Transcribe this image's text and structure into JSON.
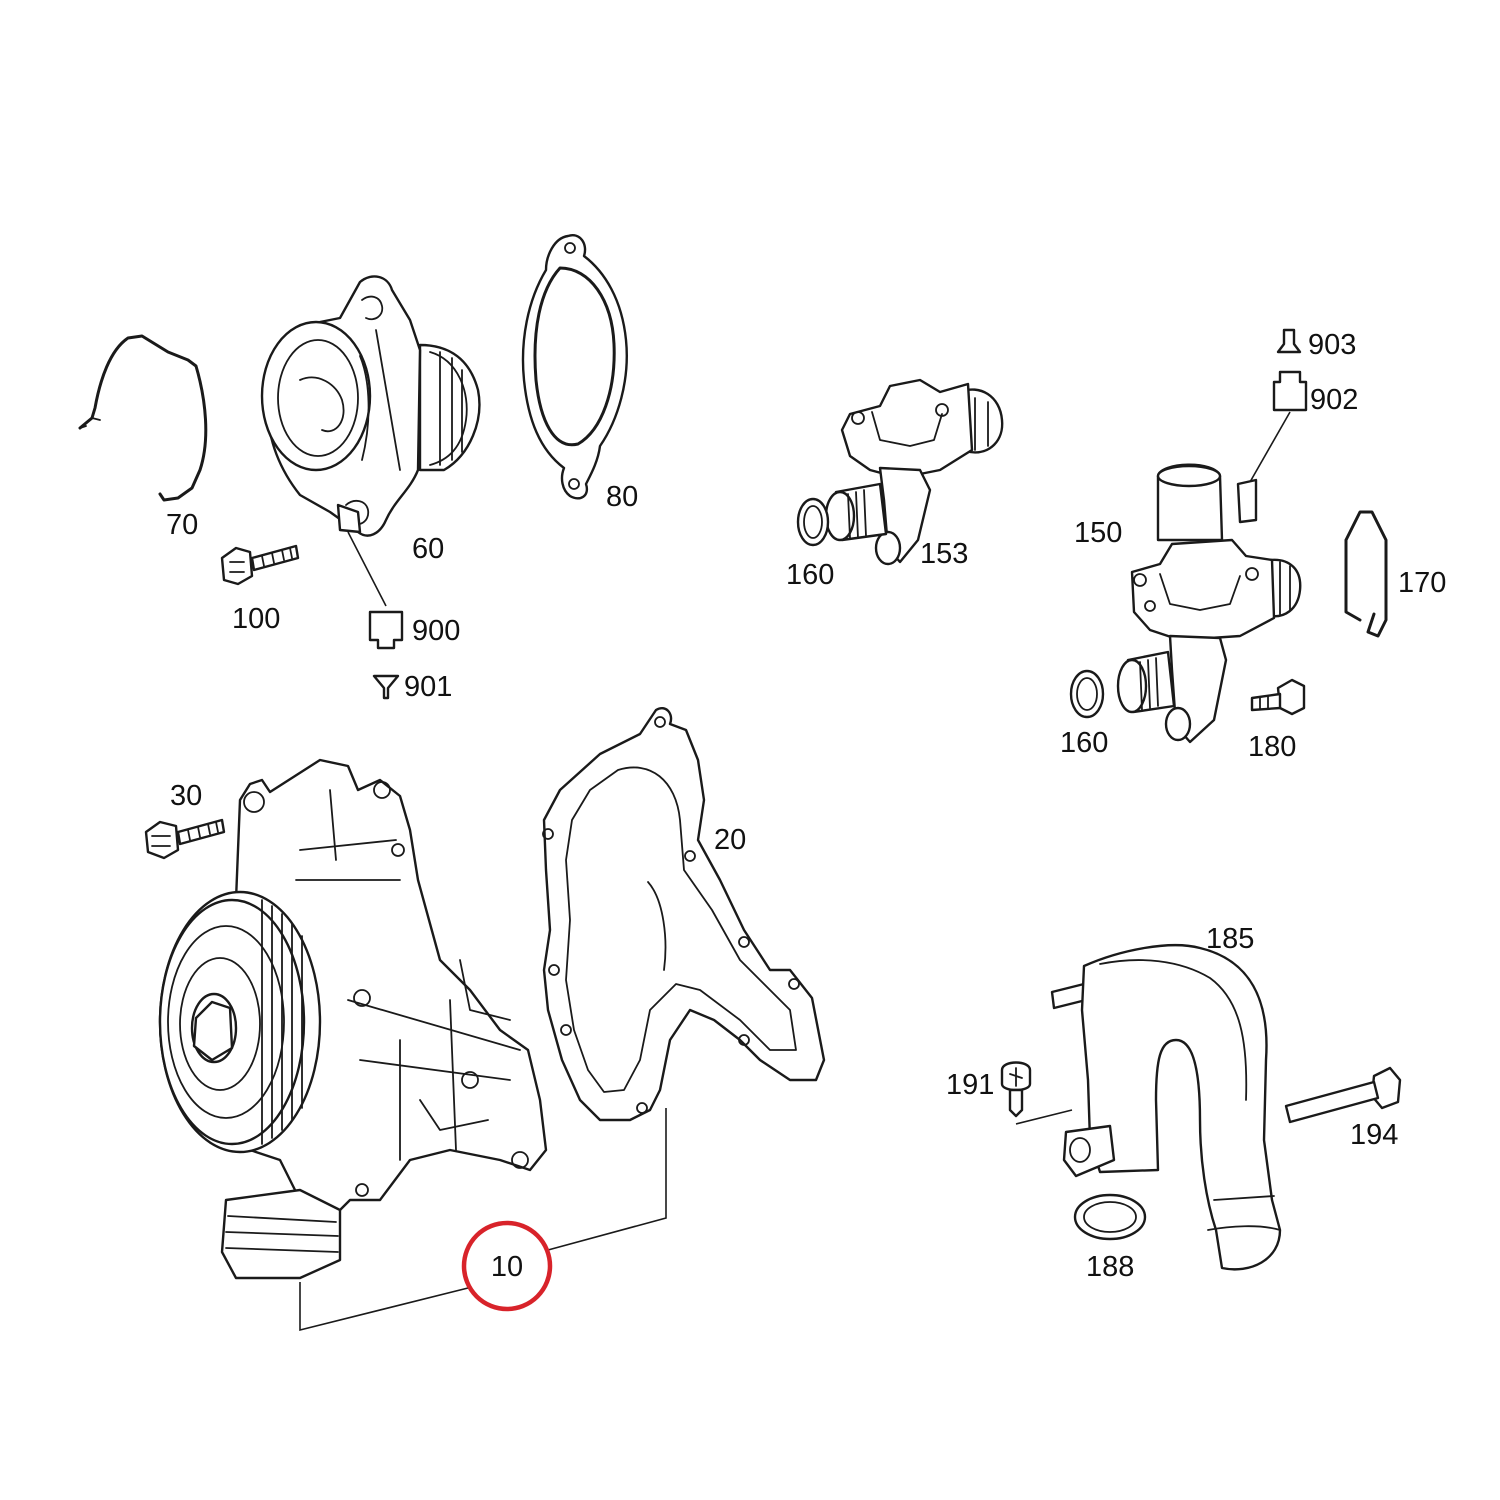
{
  "colors": {
    "line": "#1a1a1a",
    "highlight": "#d8232a",
    "background": "#ffffff"
  },
  "highlight": {
    "part": "10"
  },
  "labels": {
    "p10": "10",
    "p20": "20",
    "p30": "30",
    "p60": "60",
    "p70": "70",
    "p80": "80",
    "p100": "100",
    "p150": "150",
    "p153": "153",
    "p160a": "160",
    "p160b": "160",
    "p170": "170",
    "p180": "180",
    "p185": "185",
    "p188": "188",
    "p191": "191",
    "p194": "194",
    "p900": "900",
    "p901": "901",
    "p902": "902",
    "p903": "903"
  }
}
